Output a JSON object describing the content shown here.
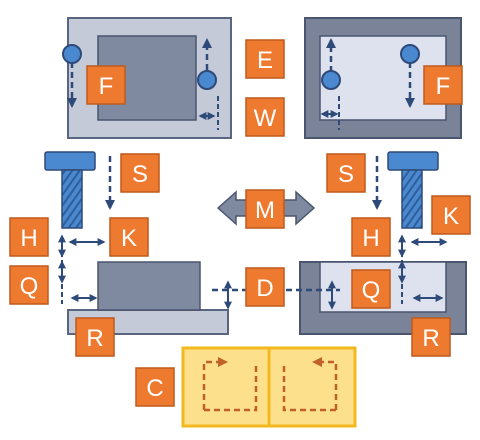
{
  "labels": {
    "e": "E",
    "w": "W",
    "f_left": "F",
    "f_right": "F",
    "s_left": "S",
    "s_right": "S",
    "m": "M",
    "h_left": "H",
    "k_left": "K",
    "h_right": "H",
    "k_right": "K",
    "q_left": "Q",
    "q_right": "Q",
    "d": "D",
    "r_left": "R",
    "r_right": "R",
    "c": "C"
  },
  "colors": {
    "label_fill": "#ee7a30",
    "label_stroke": "#bf5a1c",
    "frame_fill": "#c5cad8",
    "frame_stroke": "#5a6580",
    "dark_frame_fill": "#7a8398",
    "block_fill": "#7f8aa1",
    "light_panel_fill": "#dde2ee",
    "dash": "#2e4a78",
    "circle_fill": "#4a88cf",
    "screw_fill": "#4a88cf",
    "arrow_fill": "#7f8aa1",
    "yellow_fill": "#fde08c",
    "yellow_stroke": "#f2b81e",
    "brown": "#c0602a"
  }
}
